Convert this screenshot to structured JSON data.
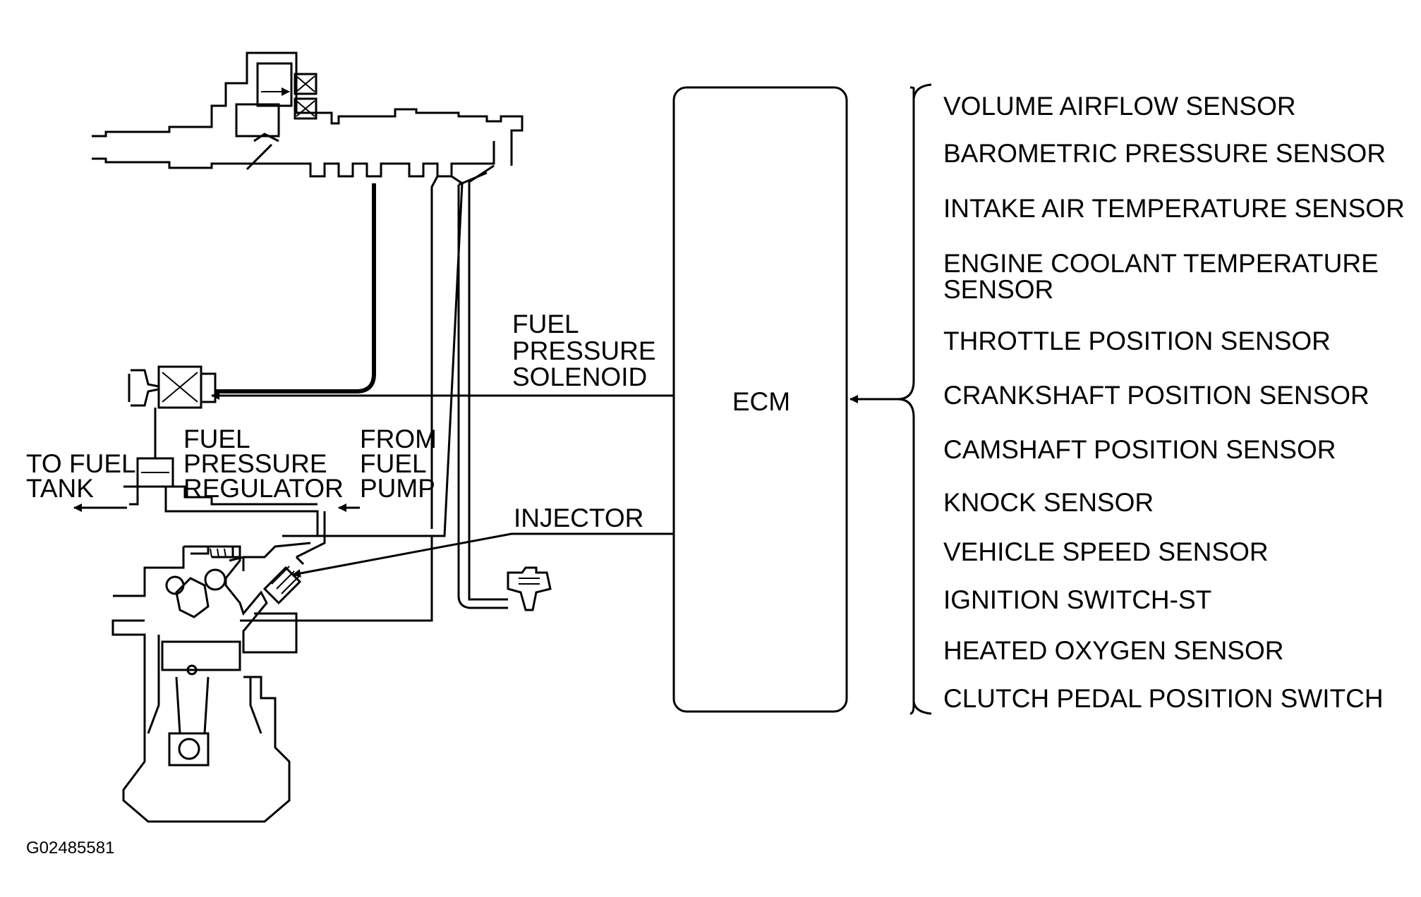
{
  "ecm": {
    "label": "ECM"
  },
  "sensors": [
    {
      "lines": [
        "VOLUME AIRFLOW SENSOR"
      ]
    },
    {
      "lines": [
        "BAROMETRIC PRESSURE SENSOR"
      ]
    },
    {
      "lines": [
        "INTAKE AIR TEMPERATURE SENSOR"
      ]
    },
    {
      "lines": [
        "ENGINE COOLANT TEMPERATURE",
        "SENSOR"
      ]
    },
    {
      "lines": [
        "THROTTLE POSITION SENSOR"
      ]
    },
    {
      "lines": [
        "CRANKSHAFT POSITION SENSOR"
      ]
    },
    {
      "lines": [
        "CAMSHAFT POSITION SENSOR"
      ]
    },
    {
      "lines": [
        "KNOCK SENSOR"
      ]
    },
    {
      "lines": [
        "VEHICLE SPEED SENSOR"
      ]
    },
    {
      "lines": [
        "IGNITION SWITCH-ST"
      ]
    },
    {
      "lines": [
        "HEATED OXYGEN SENSOR"
      ]
    },
    {
      "lines": [
        "CLUTCH PEDAL POSITION SWITCH"
      ]
    }
  ],
  "labels": {
    "fuel_pressure_solenoid": [
      "FUEL",
      "PRESSURE",
      "SOLENOID"
    ],
    "fuel_pressure_regulator": [
      "FUEL",
      "PRESSURE",
      "REGULATOR"
    ],
    "to_fuel_tank": [
      "TO FUEL",
      "TANK"
    ],
    "from_fuel_pump": [
      "FROM",
      "FUEL",
      "PUMP"
    ],
    "injector": "INJECTOR"
  },
  "figure_id": "G02485581"
}
